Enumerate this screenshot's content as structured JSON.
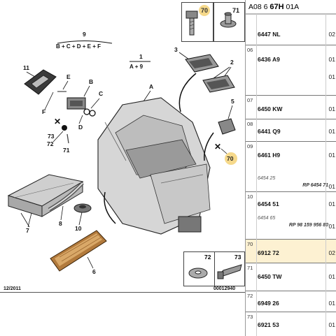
{
  "page": {
    "date": "12/2011",
    "doc_code": "00012940"
  },
  "reference": {
    "prefix": "A08 6",
    "bold": "67H",
    "suffix": "01A"
  },
  "callouts": {
    "c9": "9",
    "f9": "B + C + D + E + F",
    "c1": "1",
    "f1": "A + 9",
    "c11": "11",
    "cE": "E",
    "cB": "B",
    "cC": "C",
    "cA": "A",
    "c3": "3",
    "c2": "2",
    "c5": "5",
    "cF": "F",
    "cD": "D",
    "c73": "73",
    "c72": "72",
    "c71": "71",
    "c70": "70",
    "c7": "7",
    "c8": "8",
    "c10": "10",
    "c6": "6"
  },
  "cards": {
    "top_left": "70",
    "top_right": "71",
    "bottom_left": "72",
    "bottom_right": "73"
  },
  "parts": [
    {
      "num": "",
      "ref": "6447 NL",
      "qty": "02"
    },
    {
      "num": "06",
      "ref": "6436 A9",
      "qty": "01",
      "qty2": "01"
    },
    {
      "num": "07",
      "ref": "6450 KW",
      "qty": "01"
    },
    {
      "num": "08",
      "ref": "6441 Q9",
      "qty": "01"
    },
    {
      "num": "09",
      "ref": "6461 H9",
      "qty": "01",
      "desc": "6454 25",
      "replace": "RP 6454 71",
      "qty2": "01"
    },
    {
      "num": "10",
      "ref": "6454 51",
      "qty": "01",
      "desc": "6454 65",
      "replace": "RP 98 159 956 80",
      "qty2": "01"
    },
    {
      "num": "70",
      "ref": "6912 72",
      "qty": "02",
      "highlight": true
    },
    {
      "num": "71",
      "ref": "6450 TW",
      "qty": "01"
    },
    {
      "num": "72",
      "ref": "6949 26",
      "qty": "01"
    },
    {
      "num": "73",
      "ref": "6921 53",
      "qty": "01"
    }
  ],
  "colors": {
    "highlight": "#fdf1d2",
    "badge": "#f6d98b"
  }
}
